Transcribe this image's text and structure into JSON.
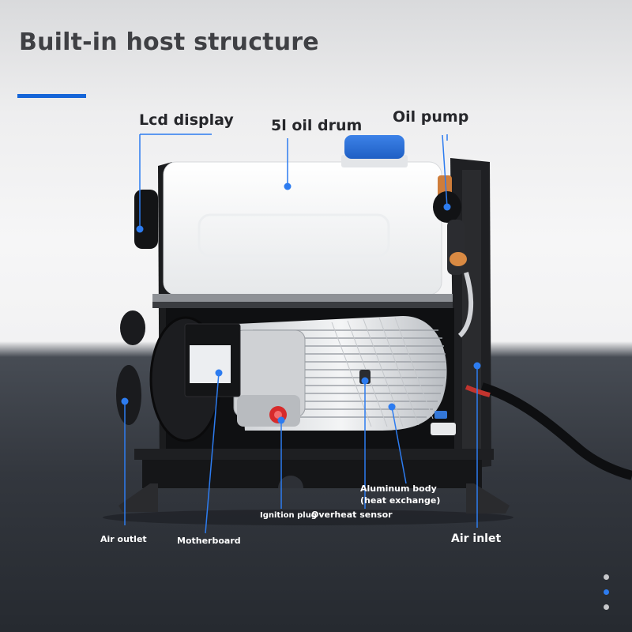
{
  "title": "Built-in host structure",
  "accent_color": "#1565d8",
  "labels": {
    "lcd_display": "Lcd display",
    "oil_drum": "5l oil drum",
    "oil_pump": "Oil pump",
    "aluminum_body": "Aluminum body (heat exchange)",
    "ignition_plug": "Ignition plug",
    "overheat_sensor": "Overheat sensor",
    "air_outlet": "Air outlet",
    "motherboard": "Motherboard",
    "air_inlet": "Air inlet"
  },
  "carousel": {
    "count": 3,
    "active_index": 1
  }
}
